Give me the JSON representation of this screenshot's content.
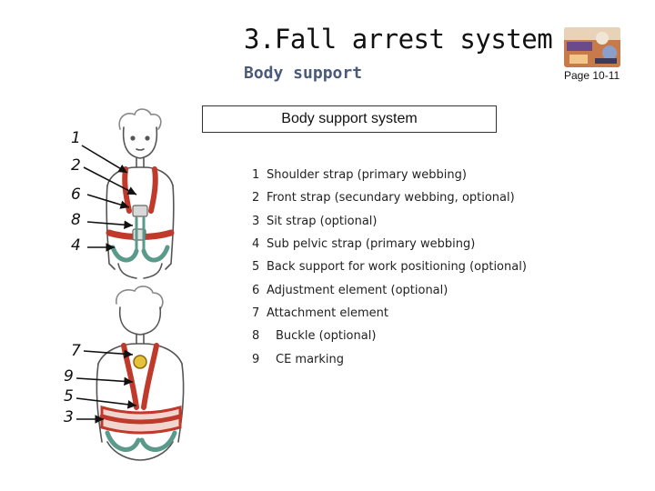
{
  "header": {
    "title": "3.Fall arrest system",
    "subtitle": "Body support",
    "page_ref": "Page 10-11"
  },
  "box_title": "Body support system",
  "legend": [
    {
      "num": "1",
      "text": "Shoulder strap (primary webbing)"
    },
    {
      "num": "2",
      "text": "Front strap (secundary webbing, optional)"
    },
    {
      "num": "3",
      "text": "Sit strap (optional)"
    },
    {
      "num": "4",
      "text": "Sub pelvic strap  (primary webbing)"
    },
    {
      "num": "5",
      "text": "Back support for work positioning (optional)"
    },
    {
      "num": "6",
      "text": "Adjustment element (optional)"
    },
    {
      "num": "7",
      "text": "Attachment element"
    },
    {
      "num": "8",
      "text": "Buckle (optional)"
    },
    {
      "num": "9",
      "text": "CE marking"
    }
  ],
  "front_callouts": [
    "1",
    "2",
    "6",
    "8",
    "4"
  ],
  "back_callouts": [
    "7",
    "9",
    "5",
    "3"
  ],
  "colors": {
    "harness_red": "#c0392b",
    "harness_green": "#5a9a8a",
    "subtitle_blue": "#4a5a78"
  }
}
